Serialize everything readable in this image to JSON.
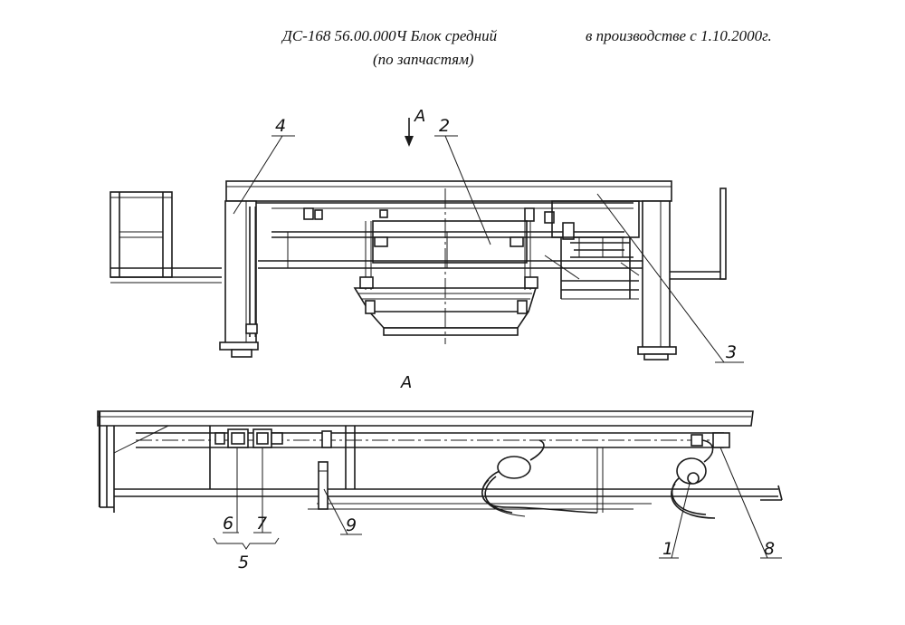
{
  "header": {
    "code_title": "ДС-168 56.00.000Ч Блок средний",
    "production_note": "в производстве с 1.10.2000г.",
    "subtitle": "(по запчастям)"
  },
  "top_view": {
    "arrow_label": "A",
    "callouts": [
      "4",
      "2",
      "3"
    ]
  },
  "bottom_view": {
    "view_label": "A",
    "callouts": [
      "6",
      "7",
      "5",
      "9",
      "1",
      "8"
    ]
  }
}
